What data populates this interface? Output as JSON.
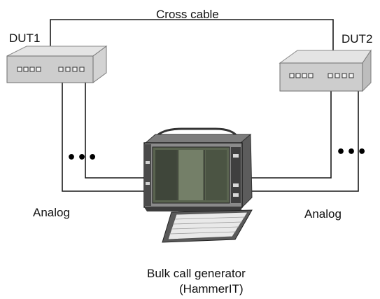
{
  "labels": {
    "cross_cable": "Cross cable",
    "dut1": "DUT1",
    "dut2": "DUT2",
    "analog_left": "Analog",
    "analog_right": "Analog",
    "generator_line1": "Bulk call generator",
    "generator_line2": "(HammerIT)",
    "ellipsis_left": "•••",
    "ellipsis_right": "•••"
  },
  "icons": {
    "dut1": "network-device-icon",
    "dut2": "network-device-icon",
    "generator": "portable-computer-icon"
  },
  "colors": {
    "device_top": "#e4e4e4",
    "device_front": "#c9c9c9",
    "line": "#1a1a1a",
    "background": "#ffffff"
  }
}
